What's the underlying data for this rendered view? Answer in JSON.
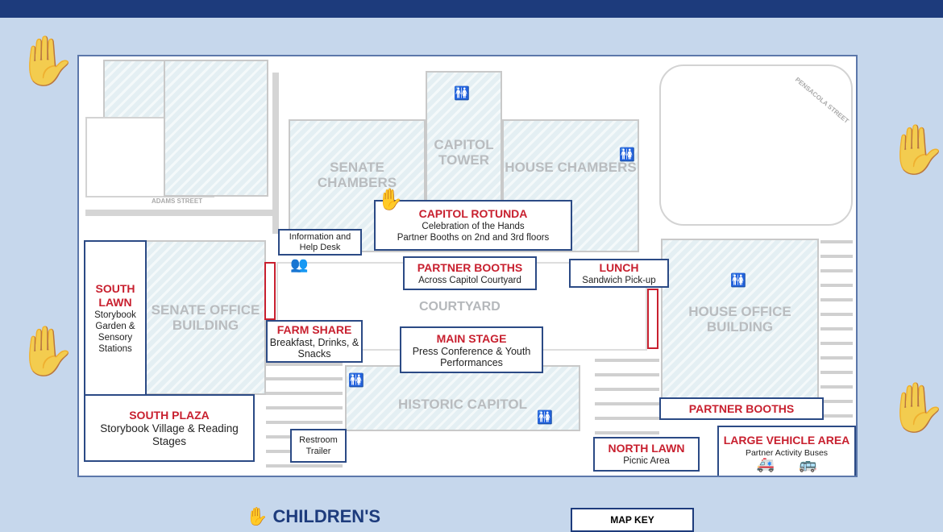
{
  "buildings": {
    "senate_chambers": "SENATE CHAMBERS",
    "capitol_tower": "CAPITOL TOWER",
    "house_chambers": "HOUSE CHAMBERS",
    "senate_office": "SENATE OFFICE BUILDING",
    "house_office": "HOUSE OFFICE BUILDING",
    "historic_capitol": "HISTORIC CAPITOL",
    "courtyard": "COURTYARD"
  },
  "streets": {
    "adams": "ADAMS STREET",
    "pensacola": "PENSACOLA STREET"
  },
  "labels": {
    "info_desk": "Information and Help Desk",
    "rotunda": {
      "title": "CAPITOL ROTUNDA",
      "line1": "Celebration of the Hands",
      "line2": "Partner Booths on 2nd and 3rd floors"
    },
    "partner_booths_court": {
      "title": "PARTNER BOOTHS",
      "sub": "Across Capitol Courtyard"
    },
    "lunch": {
      "title": "LUNCH",
      "sub": "Sandwich Pick-up"
    },
    "south_lawn": {
      "title": "SOUTH LAWN",
      "sub": "Storybook Garden & Sensory Stations"
    },
    "farm_share": {
      "title": "FARM SHARE",
      "sub": "Breakfast, Drinks, & Snacks"
    },
    "main_stage": {
      "title": "MAIN STAGE",
      "sub": "Press Conference & Youth Performances"
    },
    "south_plaza": {
      "title": "SOUTH PLAZA",
      "sub": "Storybook Village & Reading Stages"
    },
    "restroom_trailer": "Restroom Trailer",
    "north_lawn": {
      "title": "NORTH LAWN",
      "sub": "Picnic Area"
    },
    "partner_booths_north": "PARTNER BOOTHS",
    "large_vehicle": {
      "title": "LARGE VEHICLE AREA",
      "sub": "Partner Activity Buses"
    }
  },
  "footer": {
    "logo_text": "CHILDREN'S",
    "map_key": "MAP KEY"
  },
  "colors": {
    "navy": "#1d3b7c",
    "red": "#c8202f",
    "background": "#c6d7ec"
  }
}
